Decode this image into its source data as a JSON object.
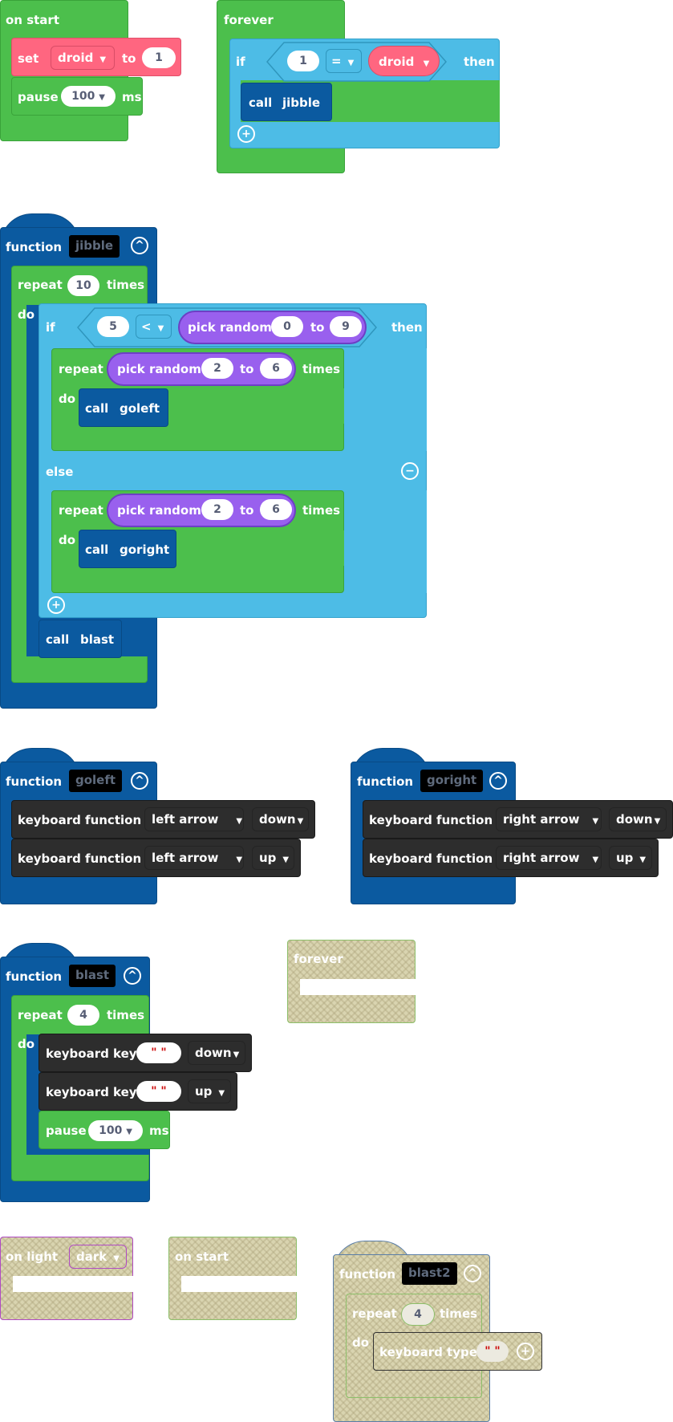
{
  "on_start": {
    "label": "on start",
    "set": "set",
    "var": "droid",
    "to": "to",
    "val": "1",
    "pause": "pause",
    "ms_val": "100",
    "ms": "ms"
  },
  "forever1": {
    "label": "forever",
    "if": "if",
    "left": "1",
    "op": "=",
    "right": "droid",
    "then": "then",
    "call": "call",
    "fn": "jibble",
    "add": "+"
  },
  "jibble": {
    "function": "function",
    "name": "jibble",
    "repeat": "repeat",
    "times_n": "10",
    "times": "times",
    "do": "do",
    "if": "if",
    "cmp_l": "5",
    "cmp_op": "<",
    "pick": "pick random",
    "pr_a": "0",
    "to": "to",
    "pr_b": "9",
    "then": "then",
    "r1_repeat": "repeat",
    "r1_pick": "pick random",
    "r1_a": "2",
    "r1_to": "to",
    "r1_b": "6",
    "r1_times": "times",
    "r1_do": "do",
    "r1_call": "call",
    "r1_fn": "goleft",
    "else": "else",
    "r2_repeat": "repeat",
    "r2_pick": "pick random",
    "r2_a": "2",
    "r2_to": "to",
    "r2_b": "6",
    "r2_times": "times",
    "r2_do": "do",
    "r2_call": "call",
    "r2_fn": "goright",
    "blast_call": "call",
    "blast_fn": "blast"
  },
  "goleft": {
    "function": "function",
    "name": "goleft",
    "kf1": "keyboard function",
    "k1": "left arrow",
    "s1": "down",
    "kf2": "keyboard function",
    "k2": "left arrow",
    "s2": "up"
  },
  "goright": {
    "function": "function",
    "name": "goright",
    "kf1": "keyboard function",
    "k1": "right arrow",
    "s1": "down",
    "kf2": "keyboard function",
    "k2": "right arrow",
    "s2": "up"
  },
  "blast": {
    "function": "function",
    "name": "blast",
    "repeat": "repeat",
    "n": "4",
    "times": "times",
    "do": "do",
    "kk1": "keyboard key",
    "q1": "\" \"",
    "s1": "down",
    "kk2": "keyboard key",
    "q2": "\" \"",
    "s2": "up",
    "pause": "pause",
    "ms_val": "100",
    "ms": "ms"
  },
  "forever2": {
    "label": "forever"
  },
  "on_light": {
    "label": "on light",
    "opt": "dark"
  },
  "on_start2": {
    "label": "on start"
  },
  "blast2": {
    "function": "function",
    "name": "blast2",
    "repeat": "repeat",
    "n": "4",
    "times": "times",
    "do": "do",
    "kt": "keyboard type",
    "q": "\" \""
  },
  "colors": {
    "green": "#4cbf4c",
    "blue": "#4dbce6",
    "navy": "#0b5aa0",
    "dark": "#2d2d2d",
    "pink": "#ff6680",
    "purple": "#9960ee"
  },
  "icons": [
    "caret-down-icon",
    "collapse-icon",
    "add-icon",
    "remove-icon"
  ]
}
